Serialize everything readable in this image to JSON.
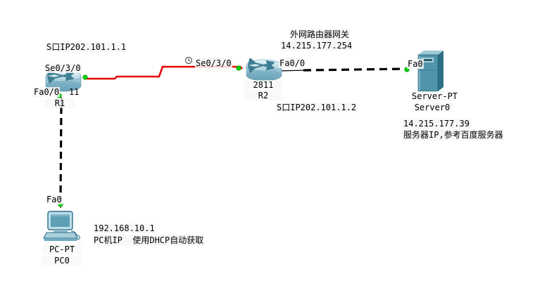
{
  "notes": {
    "r1_serial_ip": "S口IP202.101.1.1",
    "gateway_line1": "外网路由器网关",
    "gateway_line2": "14.215.177.254",
    "r2_serial_ip": "S口IP202.101.1.2",
    "server_line1": "14.215.177.39",
    "server_line2": "服务器IP,参考百度服务器",
    "pc_line1": "192.168.10.1",
    "pc_line2": "PC机IP  使用DHCP自动获取"
  },
  "devices": {
    "r1": {
      "name": "R1",
      "model_fragment": "11",
      "port_serial": "Se0/3/0",
      "port_fast": "Fa0/0"
    },
    "r2": {
      "name": "R2",
      "model": "2811",
      "port_serial": "Se0/3/0",
      "port_fast": "Fa0/0"
    },
    "server": {
      "model": "Server-PT",
      "name": "Server0",
      "port": "Fa0"
    },
    "pc": {
      "model": "PC-PT",
      "name": "PC0",
      "port": "Fa0"
    }
  },
  "colors": {
    "serial_link": "#e60000",
    "ethernet_link": "#000000",
    "port_led": "#00d400",
    "device_teal": "#4f94ab"
  }
}
